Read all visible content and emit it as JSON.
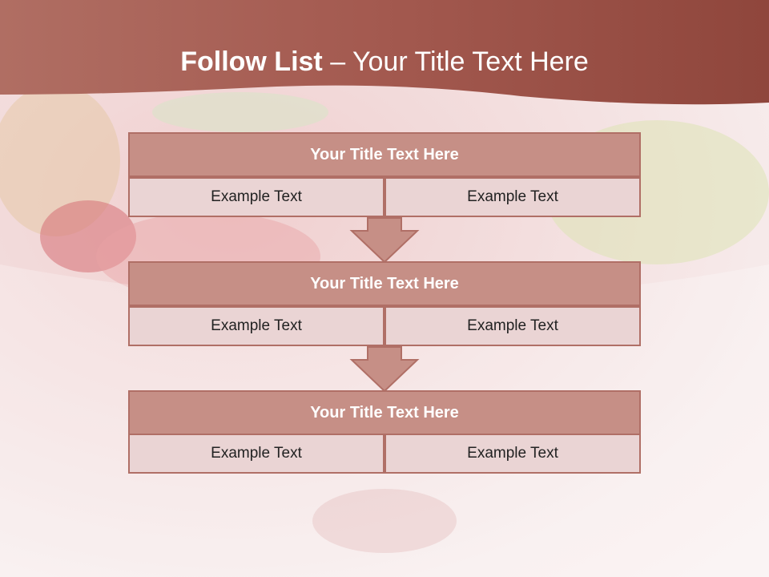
{
  "title": {
    "bold": "Follow List",
    "rest": " – Your Title Text Here"
  },
  "blocks": [
    {
      "title": "Your Title Text Here",
      "left": "Example Text",
      "right": "Example Text"
    },
    {
      "title": "Your Title Text Here",
      "left": "Example Text",
      "right": "Example Text"
    },
    {
      "title": "Your Title Text Here",
      "left": "Example Text",
      "right": "Example Text"
    }
  ],
  "colors": {
    "header": "#9c564c",
    "block_title_fill": "#c68f86",
    "cell_fill": "#ead4d4",
    "border": "#b06f66"
  }
}
